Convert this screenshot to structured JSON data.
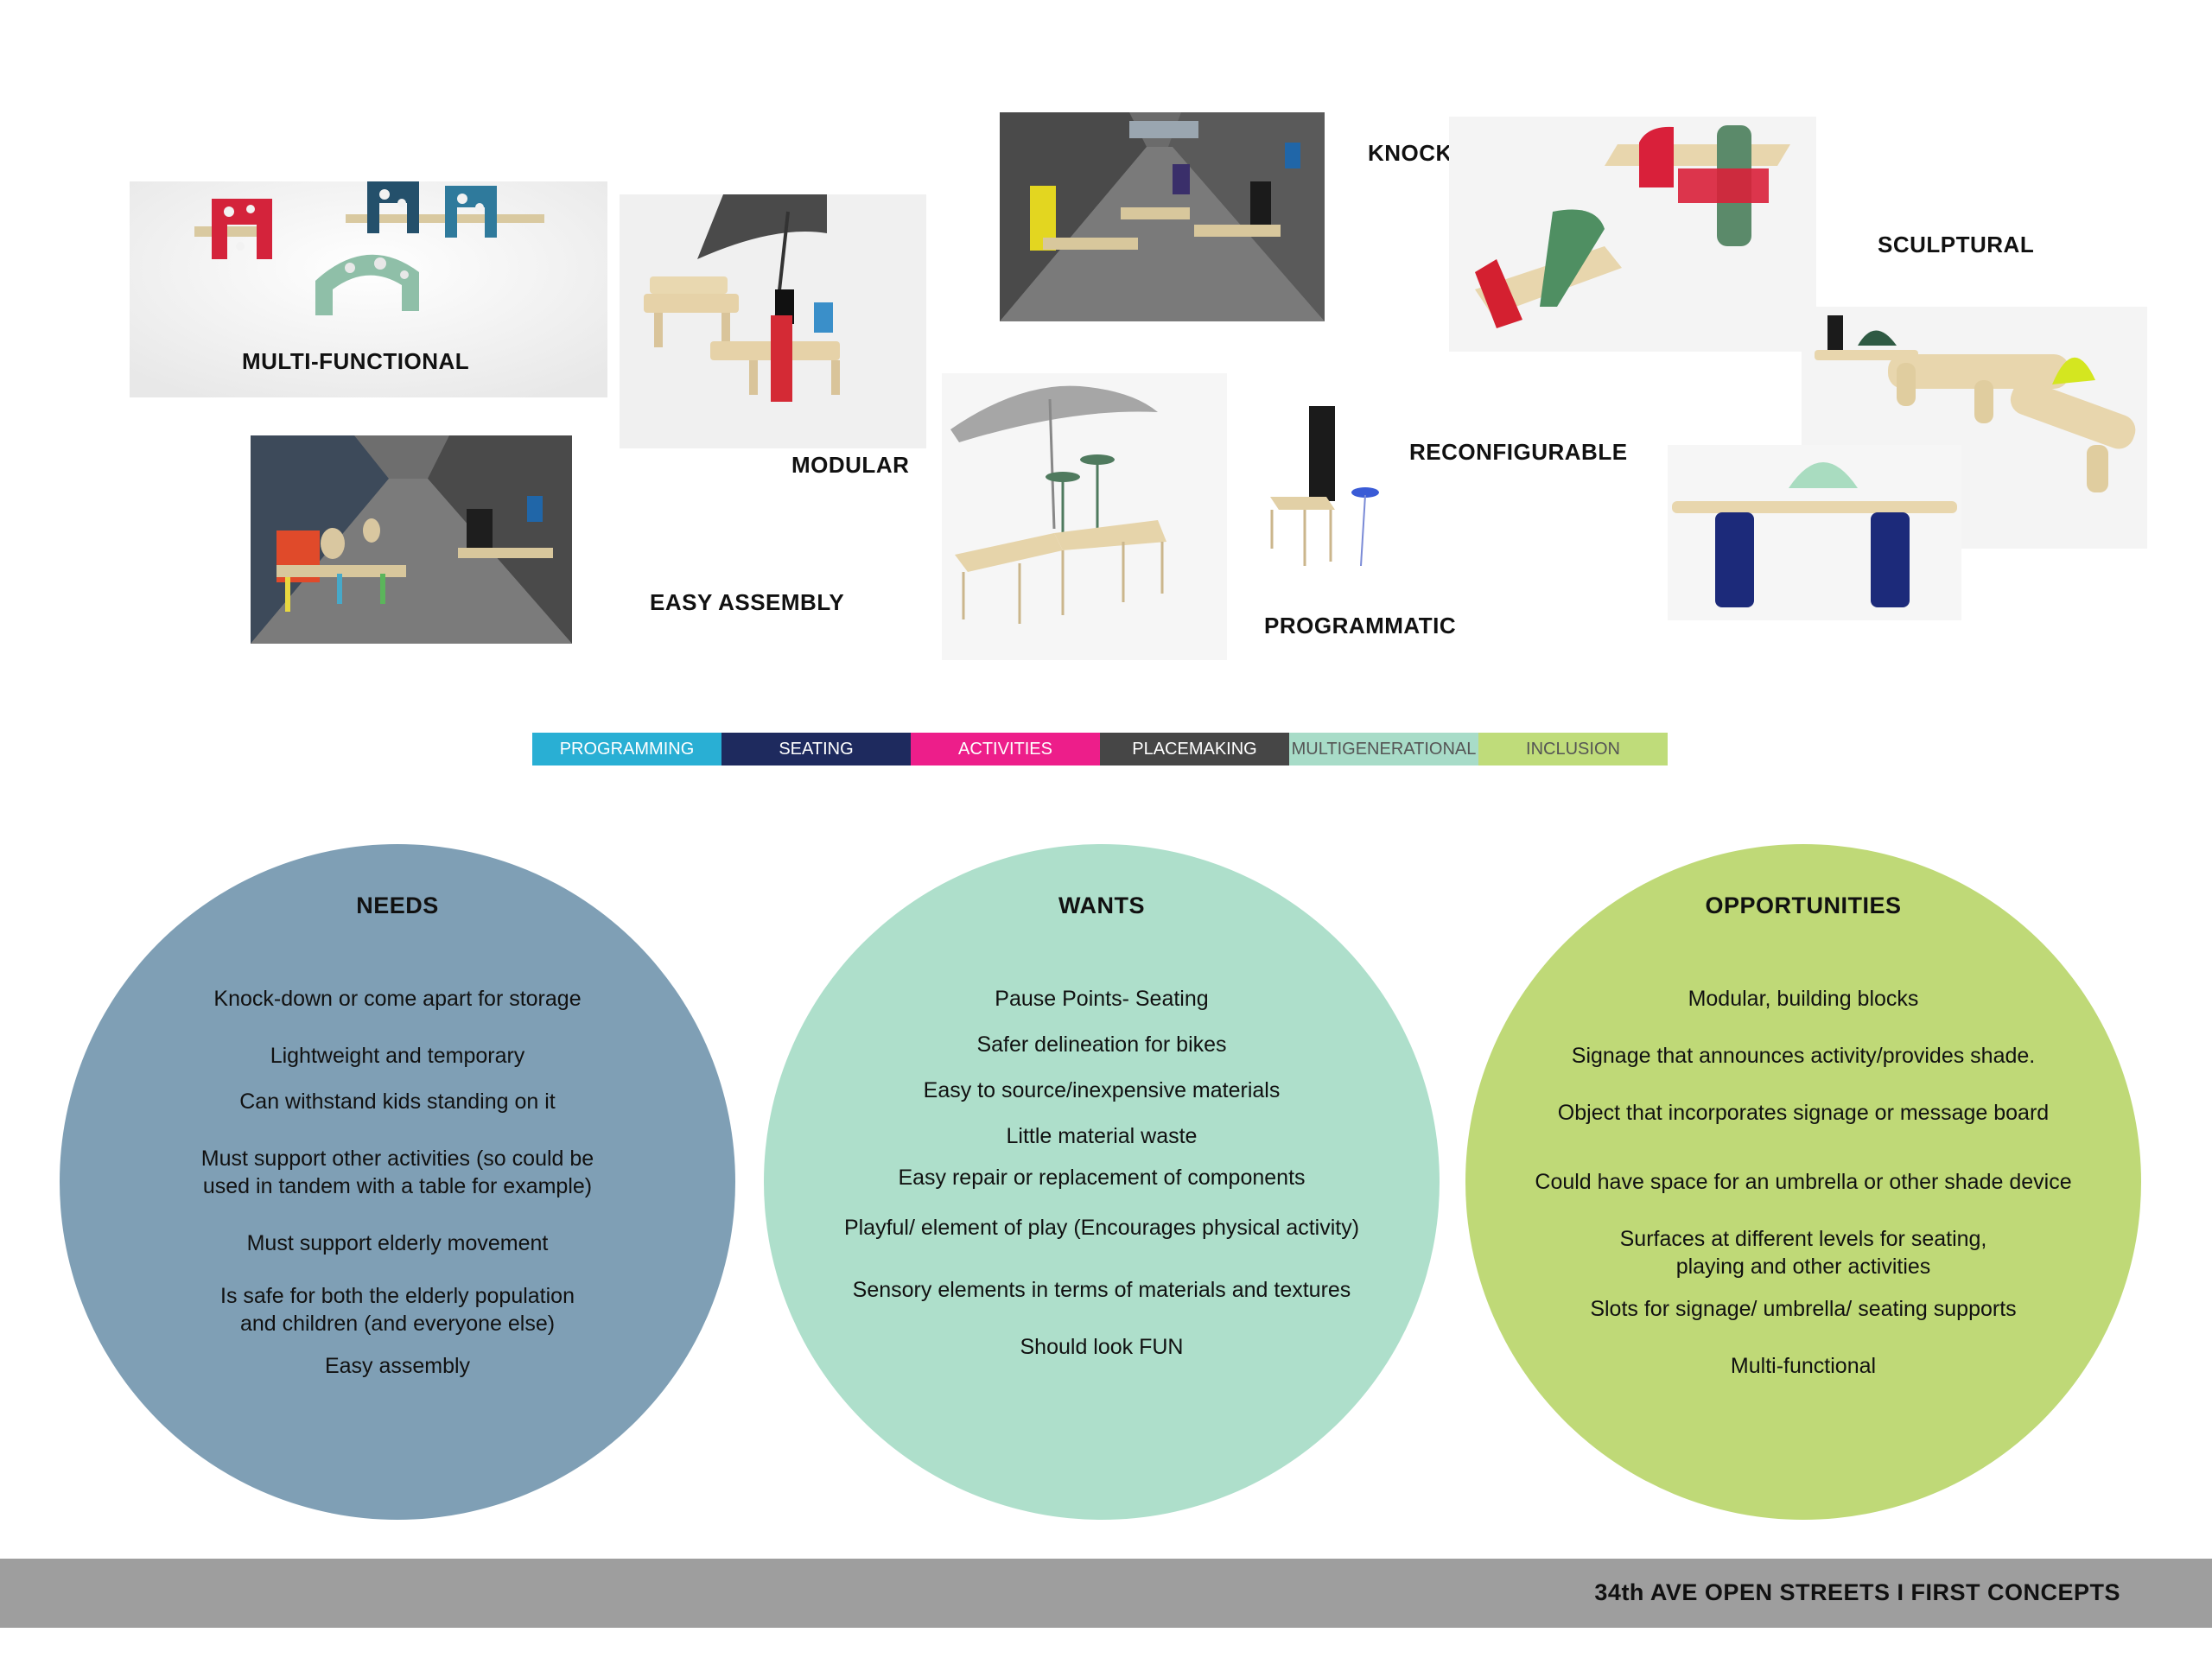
{
  "concepts": {
    "multi_functional": "MULTI-FUNCTIONAL",
    "modular": "MODULAR",
    "easy_assembly": "EASY ASSEMBLY",
    "knock_down": "KNOCK DOWN",
    "sculptural": "SCULPTURAL",
    "reconfigurable": "RECONFIGURABLE",
    "programmatic": "PROGRAMMATIC"
  },
  "legend": [
    {
      "label": "PROGRAMMING",
      "color": "#29afd4",
      "text_color": "#ffffff"
    },
    {
      "label": "SEATING",
      "color": "#1e2a5e",
      "text_color": "#ffffff"
    },
    {
      "label": "ACTIVITIES",
      "color": "#ed1e8a",
      "text_color": "#ffffff"
    },
    {
      "label": "PLACEMAKING",
      "color": "#464646",
      "text_color": "#ffffff"
    },
    {
      "label": "MULTIGENERATIONAL",
      "color": "#a8dcc8",
      "text_color": "#555555"
    },
    {
      "label": "INCLUSION",
      "color": "#bfdc7a",
      "text_color": "#555555"
    }
  ],
  "needs": {
    "title": "NEEDS",
    "color": "#7f9fb5",
    "items": [
      "Knock-down or come apart for storage",
      "Lightweight and temporary",
      "Can withstand kids standing on it",
      "Must support other activities (so could be\nused in tandem with a table for example)",
      "Must support elderly movement",
      "Is safe for both the elderly population\nand children (and everyone else)",
      "Easy assembly"
    ]
  },
  "wants": {
    "title": "WANTS",
    "color": "#aedfcb",
    "items": [
      "Pause Points- Seating",
      "Safer delineation for bikes",
      "Easy to source/inexpensive materials",
      "Little material waste",
      "Easy repair or replacement of components",
      "Playful/ element of play (Encourages physical activity)",
      "Sensory elements in terms of materials and textures",
      "Should look FUN"
    ]
  },
  "opportunities": {
    "title": "OPPORTUNITIES",
    "color": "#bfd977",
    "items": [
      "Modular, building blocks",
      "Signage that announces activity/provides shade.",
      "Object that incorporates signage or message board",
      "Could have space for an umbrella or other shade device",
      "Surfaces at different levels for seating,\nplaying and other activities",
      "Slots for signage/ umbrella/ seating supports",
      "Multi-functional"
    ]
  },
  "footer": {
    "text": "34th AVE OPEN STREETS I FIRST CONCEPTS",
    "color": "#9e9e9e"
  }
}
